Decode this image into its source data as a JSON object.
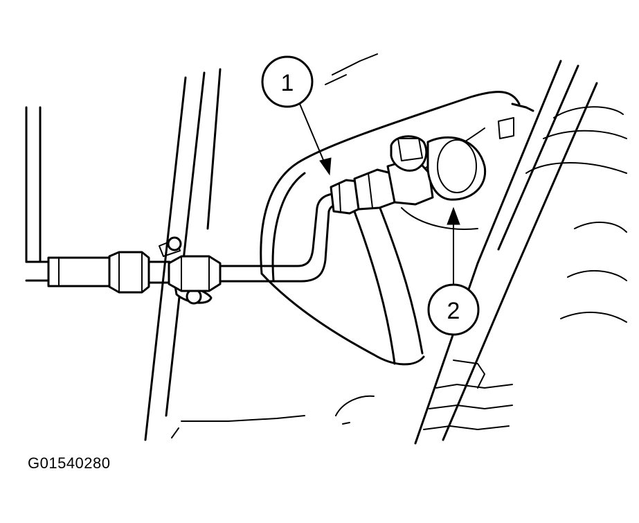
{
  "figure": {
    "code": "G01540280"
  },
  "callouts": [
    {
      "label": "1"
    },
    {
      "label": "2"
    }
  ],
  "colors": {
    "ink": "#000000",
    "paper": "#ffffff"
  }
}
